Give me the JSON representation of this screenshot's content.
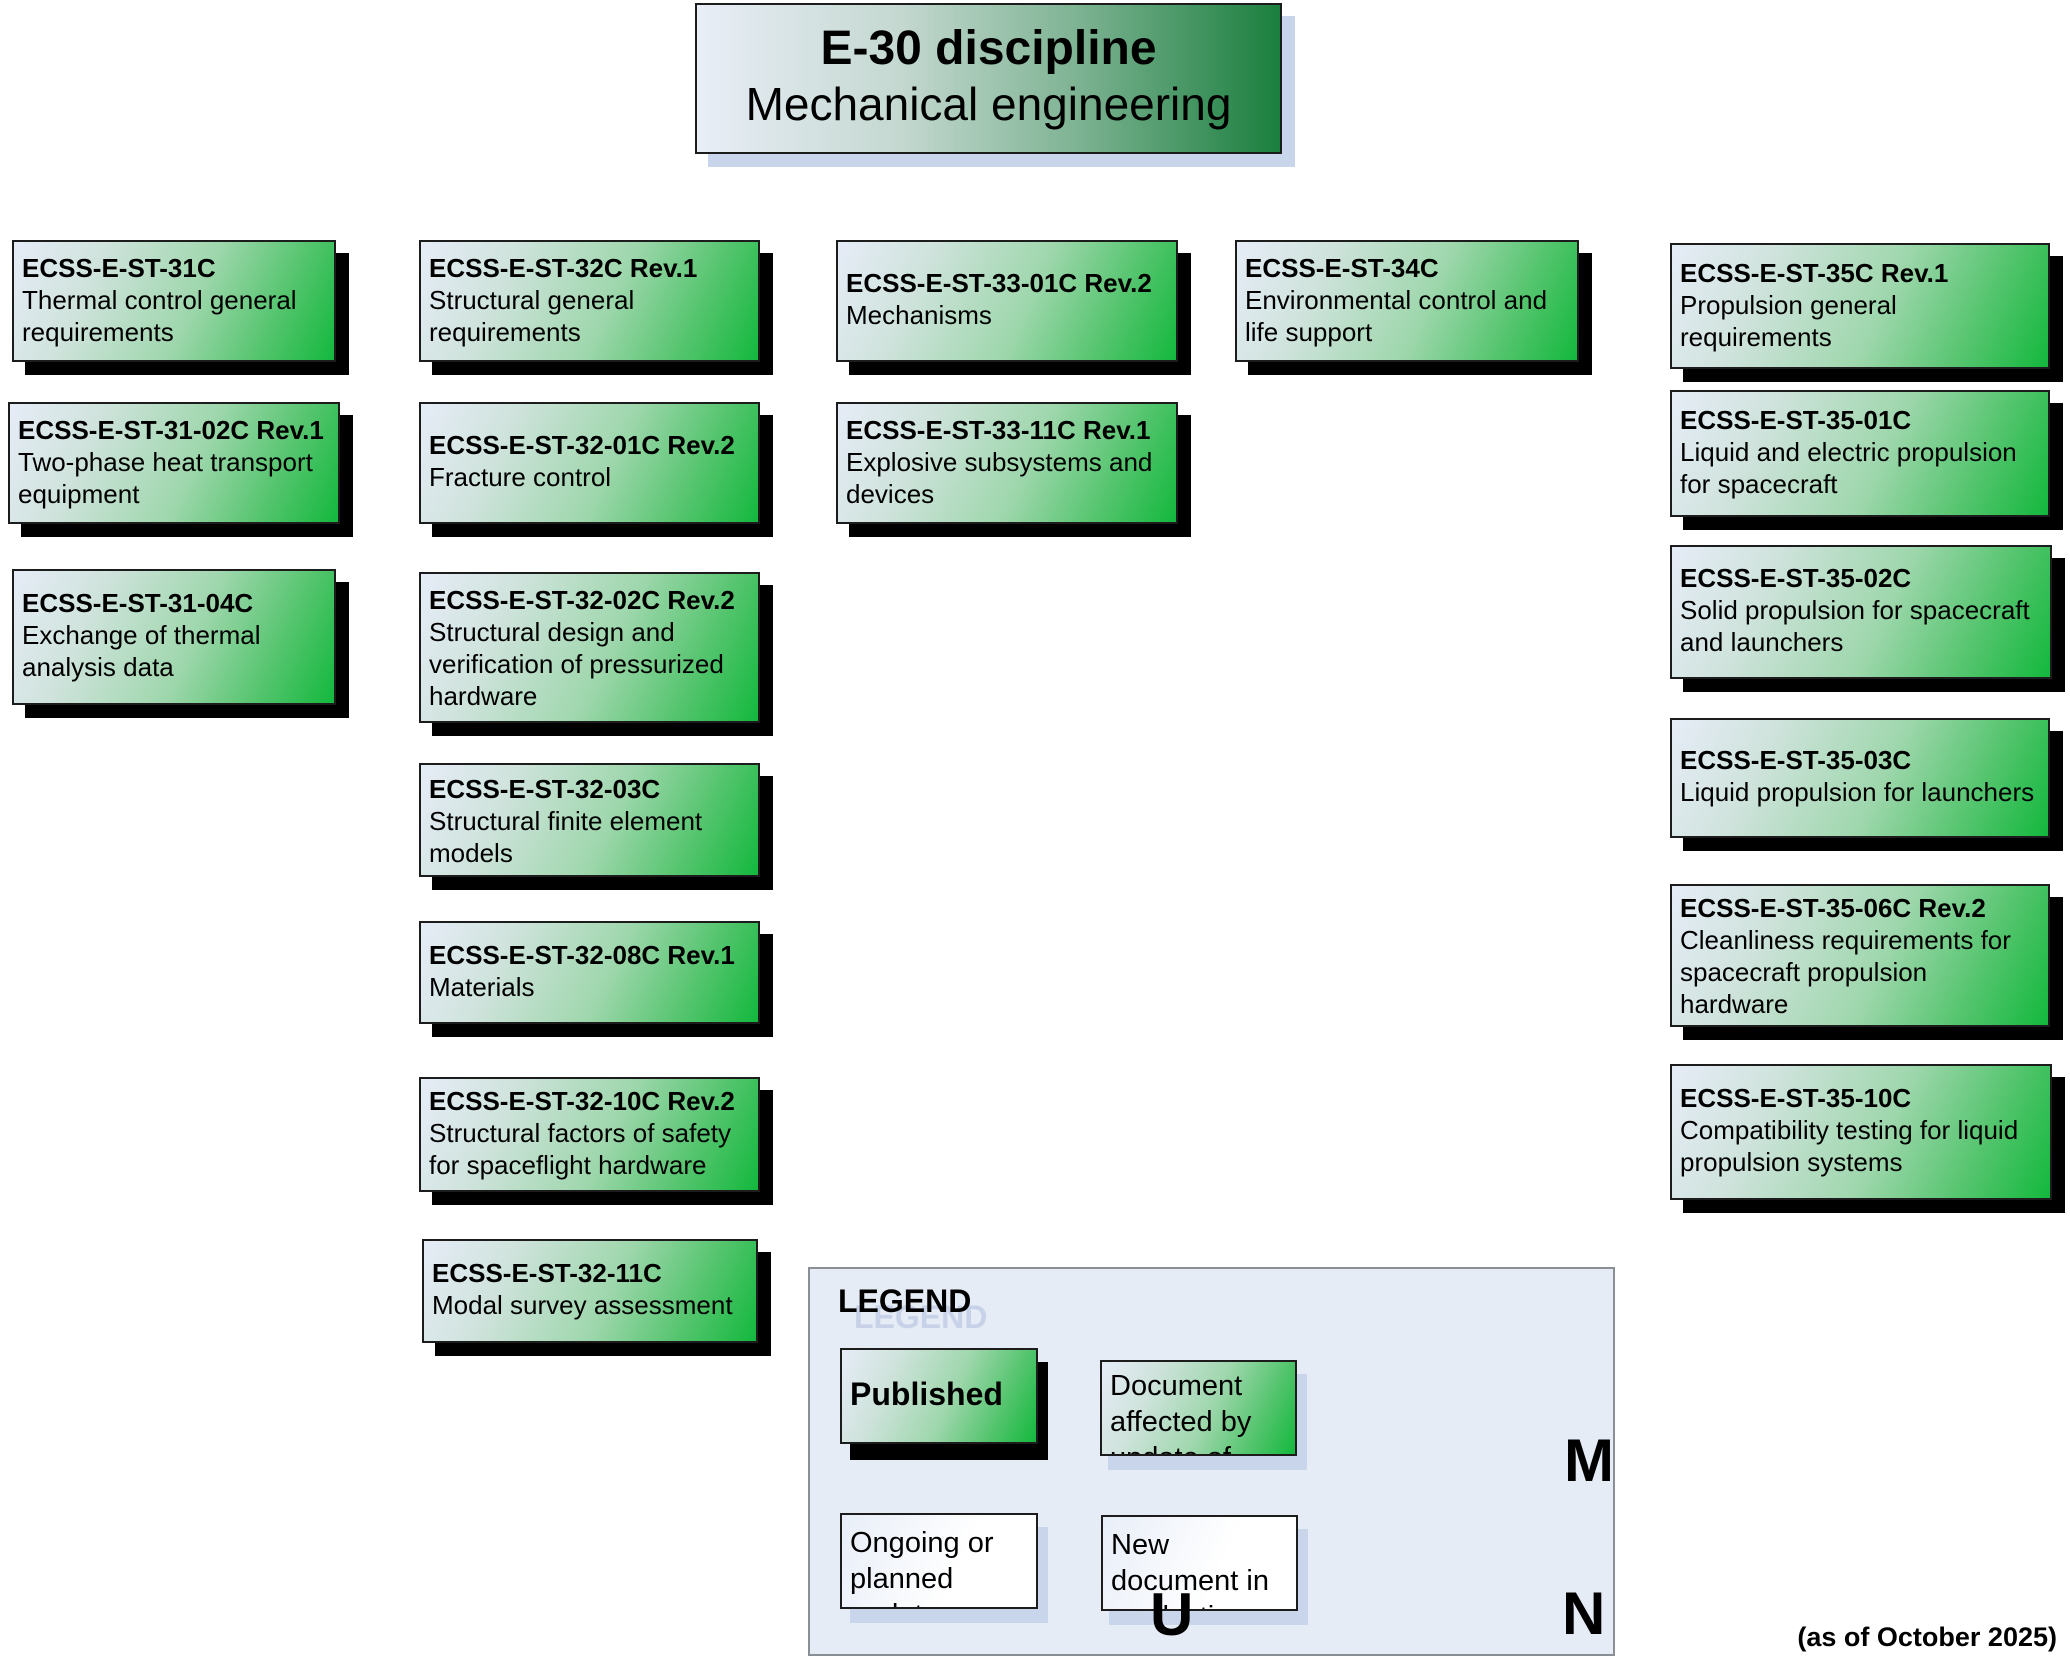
{
  "header": {
    "discipline": "E-30 discipline",
    "name": "Mechanical engineering"
  },
  "columns": [
    {
      "id": "E-31",
      "documents": [
        {
          "code": "ECSS-E-ST-31C",
          "title": "Thermal control general requirements",
          "status": "published"
        },
        {
          "code": "ECSS-E-ST-31-02C Rev.1",
          "title": "Two-phase heat transport equipment",
          "status": "published"
        },
        {
          "code": "ECSS-E-ST-31-04C",
          "title": "Exchange of thermal analysis data",
          "status": "published"
        }
      ]
    },
    {
      "id": "E-32",
      "documents": [
        {
          "code": "ECSS-E-ST-32C Rev.1",
          "title": "Structural general requirements",
          "status": "published"
        },
        {
          "code": "ECSS-E-ST-32-01C Rev.2",
          "title": "Fracture control",
          "status": "published"
        },
        {
          "code": "ECSS-E-ST-32-02C Rev.2",
          "title": "Structural design and verification of pressurized hardware",
          "status": "published"
        },
        {
          "code": "ECSS-E-ST-32-03C",
          "title": "Structural finite element models",
          "status": "published"
        },
        {
          "code": "ECSS-E-ST-32-08C Rev.1",
          "title": "Materials",
          "status": "published"
        },
        {
          "code": "ECSS-E-ST-32-10C Rev.2",
          "title": "Structural factors of safety for spaceflight hardware",
          "status": "published"
        },
        {
          "code": "ECSS-E-ST-32-11C",
          "title": "Modal survey assessment",
          "status": "published"
        }
      ]
    },
    {
      "id": "E-33",
      "documents": [
        {
          "code": "ECSS-E-ST-33-01C Rev.2",
          "title": "Mechanisms",
          "status": "published"
        },
        {
          "code": "ECSS-E-ST-33-11C Rev.1",
          "title": "Explosive subsystems and devices",
          "status": "published"
        }
      ]
    },
    {
      "id": "E-34",
      "documents": [
        {
          "code": "ECSS-E-ST-34C",
          "title": "Environmental control and life support",
          "status": "published"
        }
      ]
    },
    {
      "id": "E-35",
      "documents": [
        {
          "code": "ECSS-E-ST-35C Rev.1",
          "title": "Propulsion general requirements",
          "status": "published"
        },
        {
          "code": "ECSS-E-ST-35-01C",
          "title": "Liquid and electric propulsion for spacecraft",
          "status": "published"
        },
        {
          "code": "ECSS-E-ST-35-02C",
          "title": "Solid propulsion for spacecraft and launchers",
          "status": "published"
        },
        {
          "code": "ECSS-E-ST-35-03C",
          "title": "Liquid propulsion for launchers",
          "status": "published"
        },
        {
          "code": "ECSS-E-ST-35-06C Rev.2",
          "title": "Cleanliness requirements for spacecraft propulsion hardware",
          "status": "published"
        },
        {
          "code": "ECSS-E-ST-35-10C",
          "title": "Compatibility testing for liquid propulsion systems",
          "status": "published"
        }
      ]
    }
  ],
  "legend": {
    "title": "LEGEND",
    "items": [
      {
        "label": "Published",
        "marker": ""
      },
      {
        "label": "Document affected by update of other doc.",
        "marker": "M"
      },
      {
        "label": "Ongoing or planned update",
        "marker": "U"
      },
      {
        "label": "New document in production",
        "marker": "N"
      }
    ]
  },
  "footer": {
    "as_of": "(as of October 2025)"
  },
  "colors": {
    "published_green": "#13b83d",
    "header_green": "#1a7f3e",
    "legend_bg": "#e6ecf6",
    "shadow_light": "#c9d5ea"
  }
}
